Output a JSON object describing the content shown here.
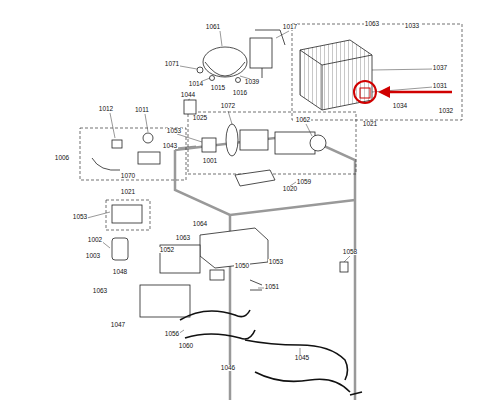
{
  "diagram": {
    "labels": [
      "1061",
      "1017",
      "1063",
      "1033",
      "1071",
      "1014",
      "1015",
      "1039",
      "1016",
      "1037",
      "1031",
      "1034",
      "1032",
      "1012",
      "1011",
      "1044",
      "1072",
      "1025",
      "1053",
      "1043",
      "1062",
      "1021",
      "1006",
      "1001",
      "1070",
      "1020",
      "1059",
      "1021",
      "1053",
      "1064",
      "1002",
      "1063",
      "1003",
      "1052",
      "1048",
      "1050",
      "1053",
      "1058",
      "1063",
      "1051",
      "1047",
      "1056",
      "1060",
      "1045",
      "1046"
    ]
  }
}
